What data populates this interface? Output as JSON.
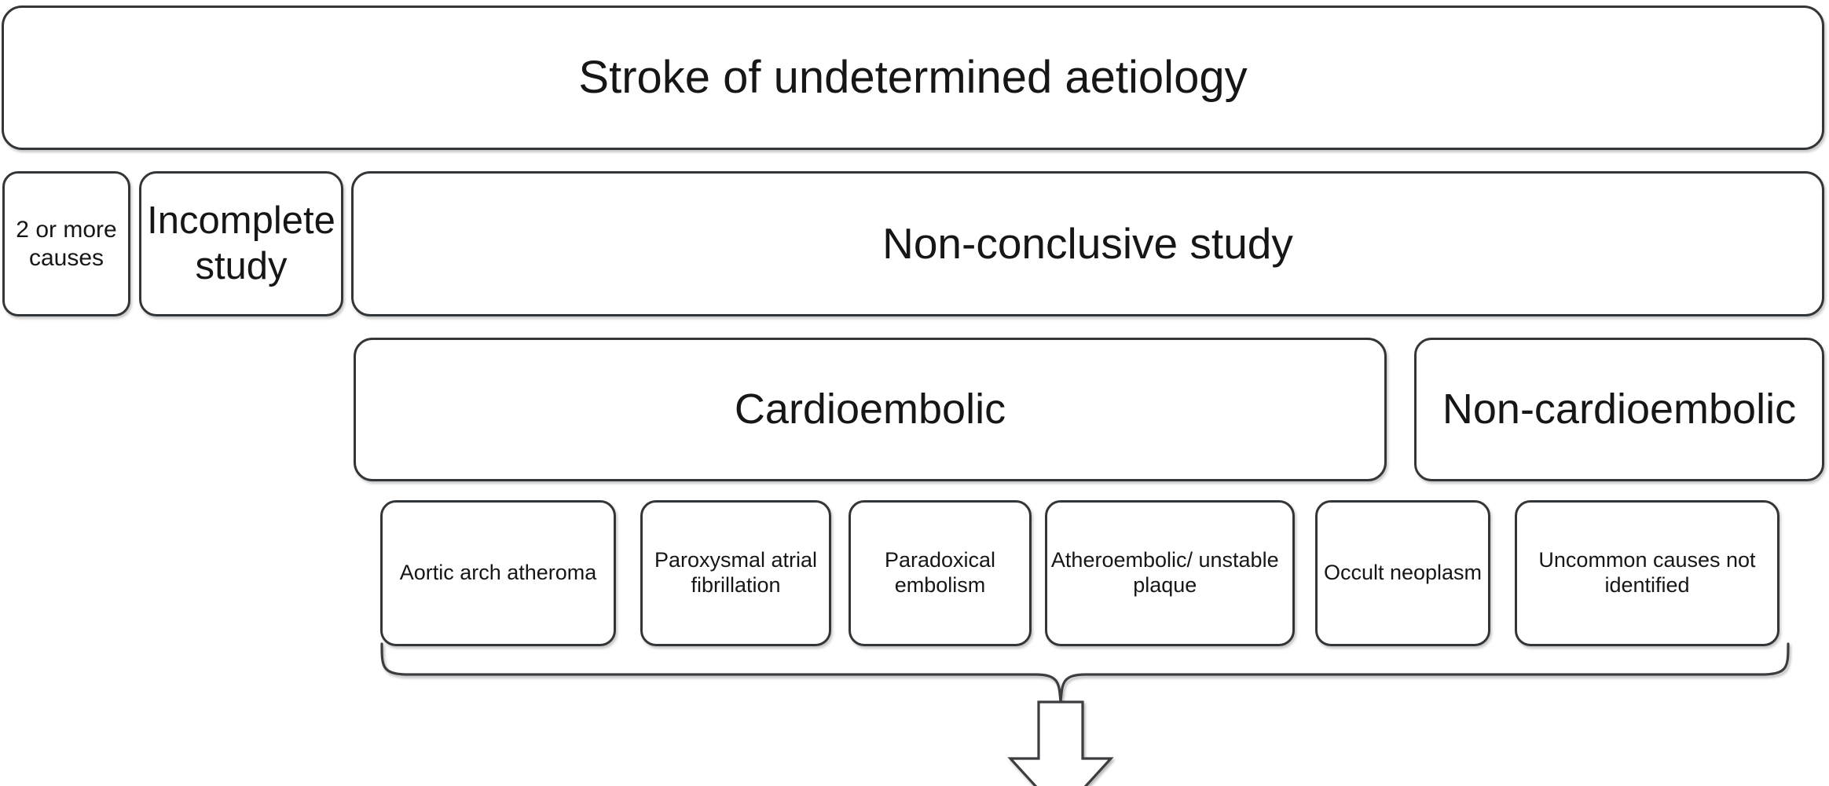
{
  "diagram": {
    "type": "flowchart",
    "title_node": "Stroke of undetermined aetiology",
    "root": {
      "label": "Stroke of undetermined aetiology"
    },
    "level2": [
      {
        "label": "2 or more causes"
      },
      {
        "label": "Incomplete study"
      },
      {
        "label": "Non-conclusive study"
      }
    ],
    "level3": [
      {
        "label": "Cardioembolic"
      },
      {
        "label": "Non-cardioembolic"
      }
    ],
    "level4": [
      {
        "label": "Aortic arch atheroma"
      },
      {
        "label": "Paroxysmal atrial fibrillation"
      },
      {
        "label": "Paradoxical embolism"
      },
      {
        "label": "Atheroembolic/ unstable plaque"
      },
      {
        "label": "Occult neoplasm"
      },
      {
        "label": "Uncommon causes not identified"
      }
    ],
    "connector": {
      "kind": "brace-to-down-arrow",
      "arrow_direction": "down"
    },
    "colors": {
      "box_border": "#333638",
      "box_fill": "#ffffff",
      "text": "#161616",
      "connector_stroke": "#3a3d40",
      "page_background": "#ffffff"
    }
  }
}
